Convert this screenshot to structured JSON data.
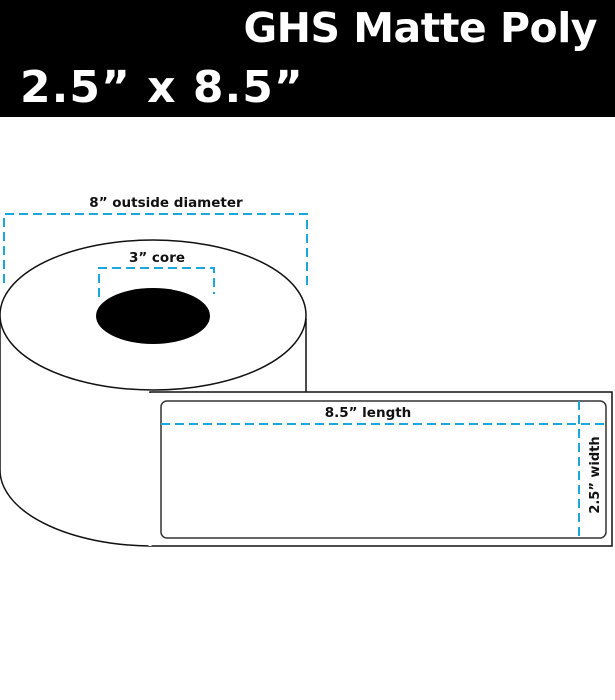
{
  "header": {
    "product_name": "GHS Matte Poly",
    "label_size": "2.5” x 8.5”"
  },
  "diagram": {
    "outside_diameter_label": "8” outside diameter",
    "core_label": "3” core",
    "length_label": "8.5” length",
    "width_label": "2.5” width"
  },
  "colors": {
    "banner_bg": "#000000",
    "dimension_line": "#1ba6dc",
    "outline": "#111111"
  }
}
